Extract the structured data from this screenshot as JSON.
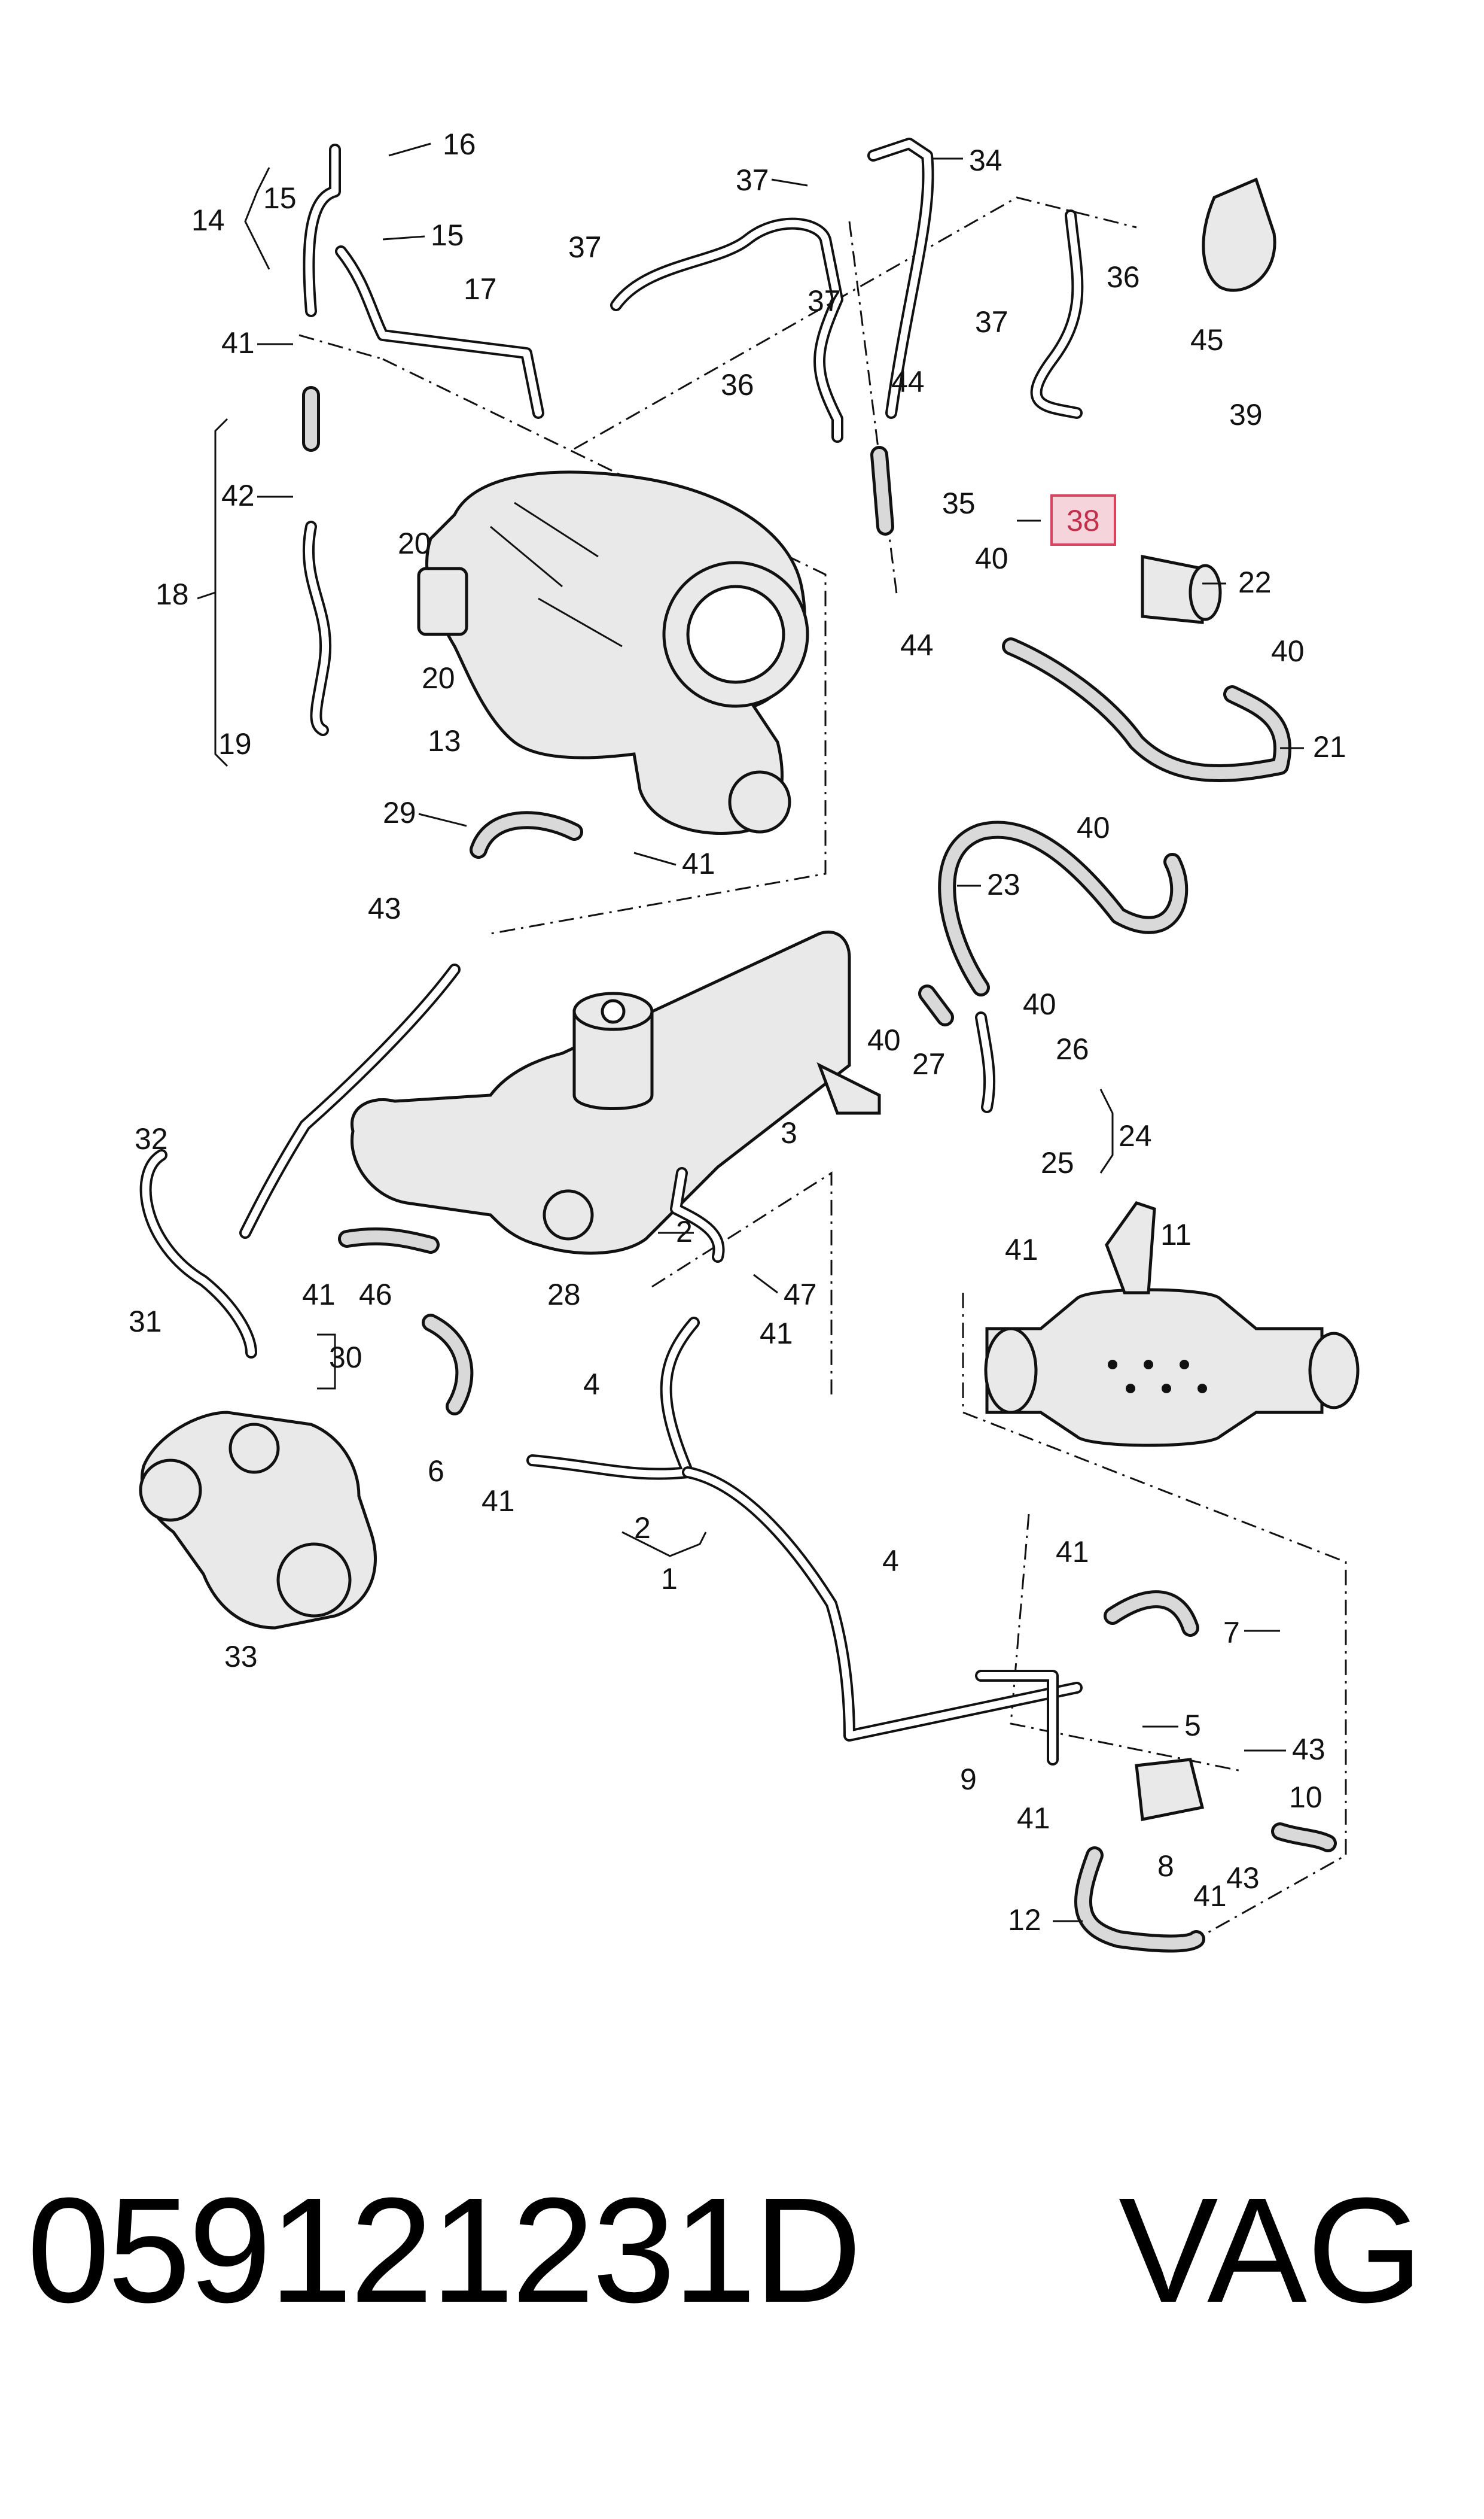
{
  "diagram": {
    "callouts": [
      "1",
      "2",
      "3",
      "4",
      "5",
      "6",
      "7",
      "8",
      "9",
      "10",
      "11",
      "12",
      "13",
      "14",
      "15",
      "16",
      "17",
      "18",
      "19",
      "20",
      "21",
      "22",
      "23",
      "24",
      "25",
      "26",
      "27",
      "28",
      "29",
      "30",
      "31",
      "32",
      "33",
      "34",
      "35",
      "36",
      "37",
      "38",
      "39",
      "40",
      "41",
      "42",
      "43",
      "44",
      "45",
      "46",
      "47"
    ],
    "highlighted_callout": "38",
    "highlight_color": "#f6d4dc",
    "highlight_border": "#d9435f"
  },
  "footer": {
    "part_number": "059121231D",
    "brand": "VAG"
  }
}
